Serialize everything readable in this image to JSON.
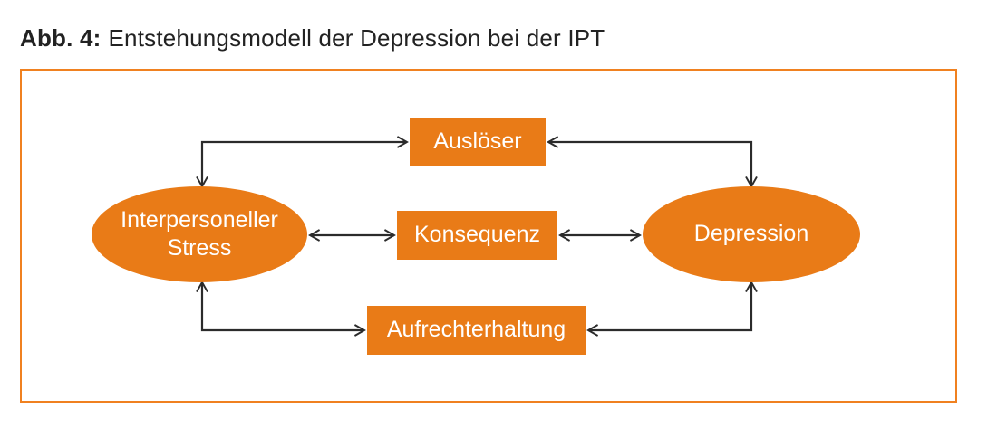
{
  "figure": {
    "label": "Abb. 4:",
    "caption": "Entstehungsmodell der Depression bei der IPT"
  },
  "diagram": {
    "nodes": {
      "stress": {
        "label": "Interpersoneller Stress",
        "shape": "ellipse"
      },
      "ausloeser": {
        "label": "Auslöser",
        "shape": "rectangle"
      },
      "konsequenz": {
        "label": "Konsequenz",
        "shape": "rectangle"
      },
      "aufrechterhaltung": {
        "label": "Aufrechterhaltung",
        "shape": "rectangle"
      },
      "depression": {
        "label": "Depression",
        "shape": "ellipse"
      }
    },
    "edges": [
      {
        "from": "Interpersoneller Stress",
        "to": "Auslöser",
        "direction": "bidirectional"
      },
      {
        "from": "Auslöser",
        "to": "Depression",
        "direction": "bidirectional"
      },
      {
        "from": "Interpersoneller Stress",
        "to": "Konsequenz",
        "direction": "bidirectional"
      },
      {
        "from": "Konsequenz",
        "to": "Depression",
        "direction": "bidirectional"
      },
      {
        "from": "Interpersoneller Stress",
        "to": "Aufrechterhaltung",
        "direction": "bidirectional"
      },
      {
        "from": "Aufrechterhaltung",
        "to": "Depression",
        "direction": "bidirectional"
      }
    ],
    "colors": {
      "node_fill": "#E97B17",
      "node_text": "#FFFFFF",
      "frame_border": "#F08120",
      "arrow": "#2B2B2B"
    }
  }
}
